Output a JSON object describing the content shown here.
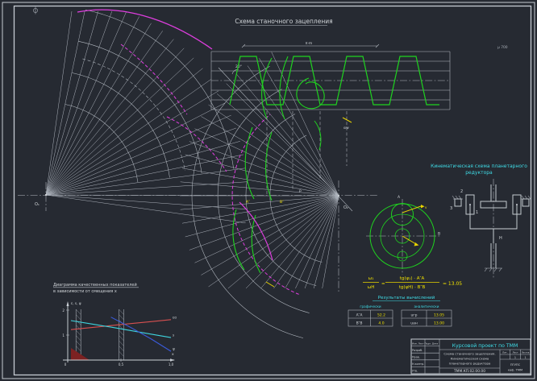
{
  "titles": {
    "machine_meshing": "Схема станочного зацепления",
    "kinematic_1": "Кинематическая схема планетарного",
    "kinematic_2": "редуктора",
    "results": "Результаты вычислений",
    "scale_note": "μ 700"
  },
  "labels": {
    "o1": "О₁",
    "o2": "О₂",
    "p": "P",
    "a2": "А″",
    "b2": "В″",
    "pm": "π·m",
    "angle": "20°",
    "alpha_w": "αw",
    "g1": "1",
    "g2": "2",
    "g3": "3",
    "gh": "Н",
    "pa": "А",
    "pb": "В",
    "v": "v"
  },
  "formula": {
    "num1": "ω₁",
    "den1": "ωН",
    "eq": "=",
    "num2": "tg(ψ₁) · А″А",
    "den2": "tg(ψН) · В″В",
    "result": "= 13.05"
  },
  "tables": {
    "left": {
      "heading": "графически",
      "rows": [
        [
          "А″А",
          "52.2"
        ],
        [
          "В″В",
          "4.0"
        ]
      ]
    },
    "right": {
      "heading": "аналитически",
      "rows": [
        [
          "uгр",
          "13.05"
        ],
        [
          "uан",
          "13.00"
        ]
      ]
    }
  },
  "chart": {
    "title_1": "Диаграмма качественных показателей",
    "title_2": "в зависимости от смещения х",
    "y_tick_1": "1",
    "y_tick_2": "2",
    "x_tick_0": "0",
    "x_tick_1": "0,5",
    "x_tick_2": "1,0",
    "xlabel": "х",
    "ylabel": "ε, s, ψ"
  },
  "chart_data": {
    "type": "line",
    "title": "Диаграмма качественных показателей в зависимости от смещения х",
    "xlabel": "x (коэффициент смещения)",
    "ylabel": "качественные показатели",
    "xlim": [
      0,
      1
    ],
    "ylim": [
      0,
      2
    ],
    "x": [
      0,
      0.2,
      0.4,
      0.6,
      0.8,
      1.0
    ],
    "series": [
      {
        "name": "εα",
        "color": "#d85050",
        "values": [
          1.22,
          1.3,
          1.38,
          1.46,
          1.54,
          1.62
        ]
      },
      {
        "name": "s",
        "color": "#3fd4de",
        "values": [
          1.58,
          1.45,
          1.32,
          1.18,
          1.04,
          0.9
        ]
      },
      {
        "name": "ψ",
        "color": "#3b5bdc",
        "values": [
          null,
          null,
          1.72,
          1.3,
          0.85,
          0.35
        ]
      }
    ],
    "blocked_zones_x": [
      0.05,
      0.48
    ],
    "grid": false,
    "legend": "labels at line ends"
  },
  "title_block": {
    "project": "Курсовой проект по ТММ",
    "header": "Изм.  Лист  Подп.  Дата",
    "roles": [
      "Разраб.",
      "Пров.",
      "Н.контр.",
      "Утв."
    ],
    "subject_1": "Схема станочного зацепления.",
    "subject_2": "Кинематическая схема",
    "subject_3": "планетарного редуктора",
    "code": "ТММ.КП.02.00.00",
    "lit_label": "Лит.",
    "sheet_label": "Лист",
    "sheets_label": "Листов",
    "sheet": "1",
    "sheets": "1",
    "org_1": "ПГУПС",
    "org_2": "каф. ТММ"
  }
}
